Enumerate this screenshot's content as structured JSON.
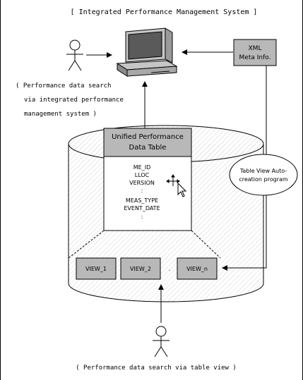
{
  "title": "[ Integrated Performance Management System ]",
  "top_caption": {
    "lines": [
      "( Performance data search",
      "via integrated performance",
      "management system )"
    ]
  },
  "xml_box": {
    "lines": [
      "XML",
      "Meta Info."
    ]
  },
  "unified_table": {
    "lines": [
      "Unified Performance",
      "Data Table"
    ]
  },
  "fields": [
    "ME_ID",
    "LLOC",
    "VERSION",
    ":",
    "MEAS_TYPE",
    "EVENT_DATE",
    ":"
  ],
  "program": {
    "lines": [
      "Table View Auto-",
      "creation program"
    ]
  },
  "views": [
    "VIEW_1",
    "VIEW_2",
    "VIEW_n"
  ],
  "view_separator": ".",
  "bottom_caption": "( Performance data search via table view )",
  "colors": {
    "box_fill": "#b8b8b8",
    "stroke": "#000000",
    "hatch": "#cfcfcf"
  },
  "icons": [
    "person-icon",
    "computer-icon",
    "cursor-icon"
  ]
}
